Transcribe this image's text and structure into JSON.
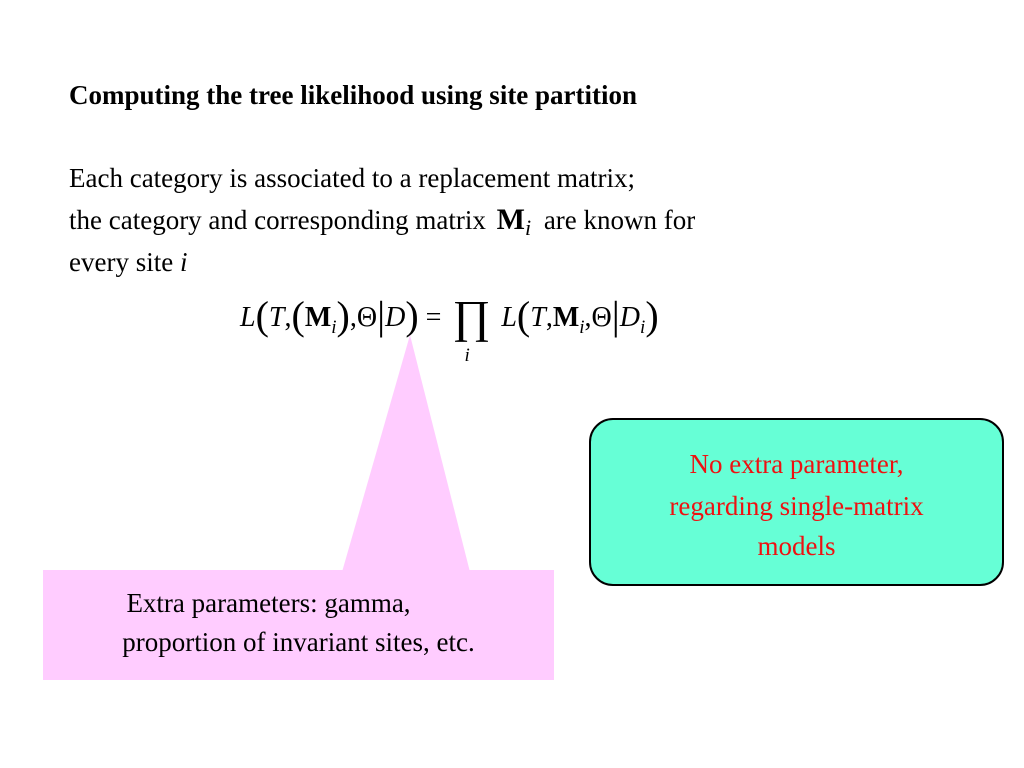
{
  "title": "Computing the tree likelihood using site partition",
  "body": {
    "line1": "Each category is associated to a replacement matrix;",
    "line2_pre": "the category and corresponding matrix",
    "matrix_symbol": "M",
    "matrix_sub": "i",
    "line2_post": "are known for",
    "line3_pre": "every site",
    "line3_var": "i"
  },
  "formula": {
    "lhs_L": "L",
    "lhs_T": "T",
    "comma": ",",
    "M": "M",
    "sub_i": "i",
    "theta": "Θ",
    "bar": "|",
    "D": "D",
    "equals": "=",
    "prod": "∏",
    "prod_sub": "i"
  },
  "pink_callout": {
    "line1": "Extra parameters: gamma,",
    "line2": "proportion of invariant sites, etc.",
    "color": "#ffccff"
  },
  "teal_callout": {
    "line1": "No extra parameter,",
    "line2": "regarding single-matrix",
    "line3": "models",
    "fill": "#66ffd6",
    "text_color": "#ee1111"
  }
}
